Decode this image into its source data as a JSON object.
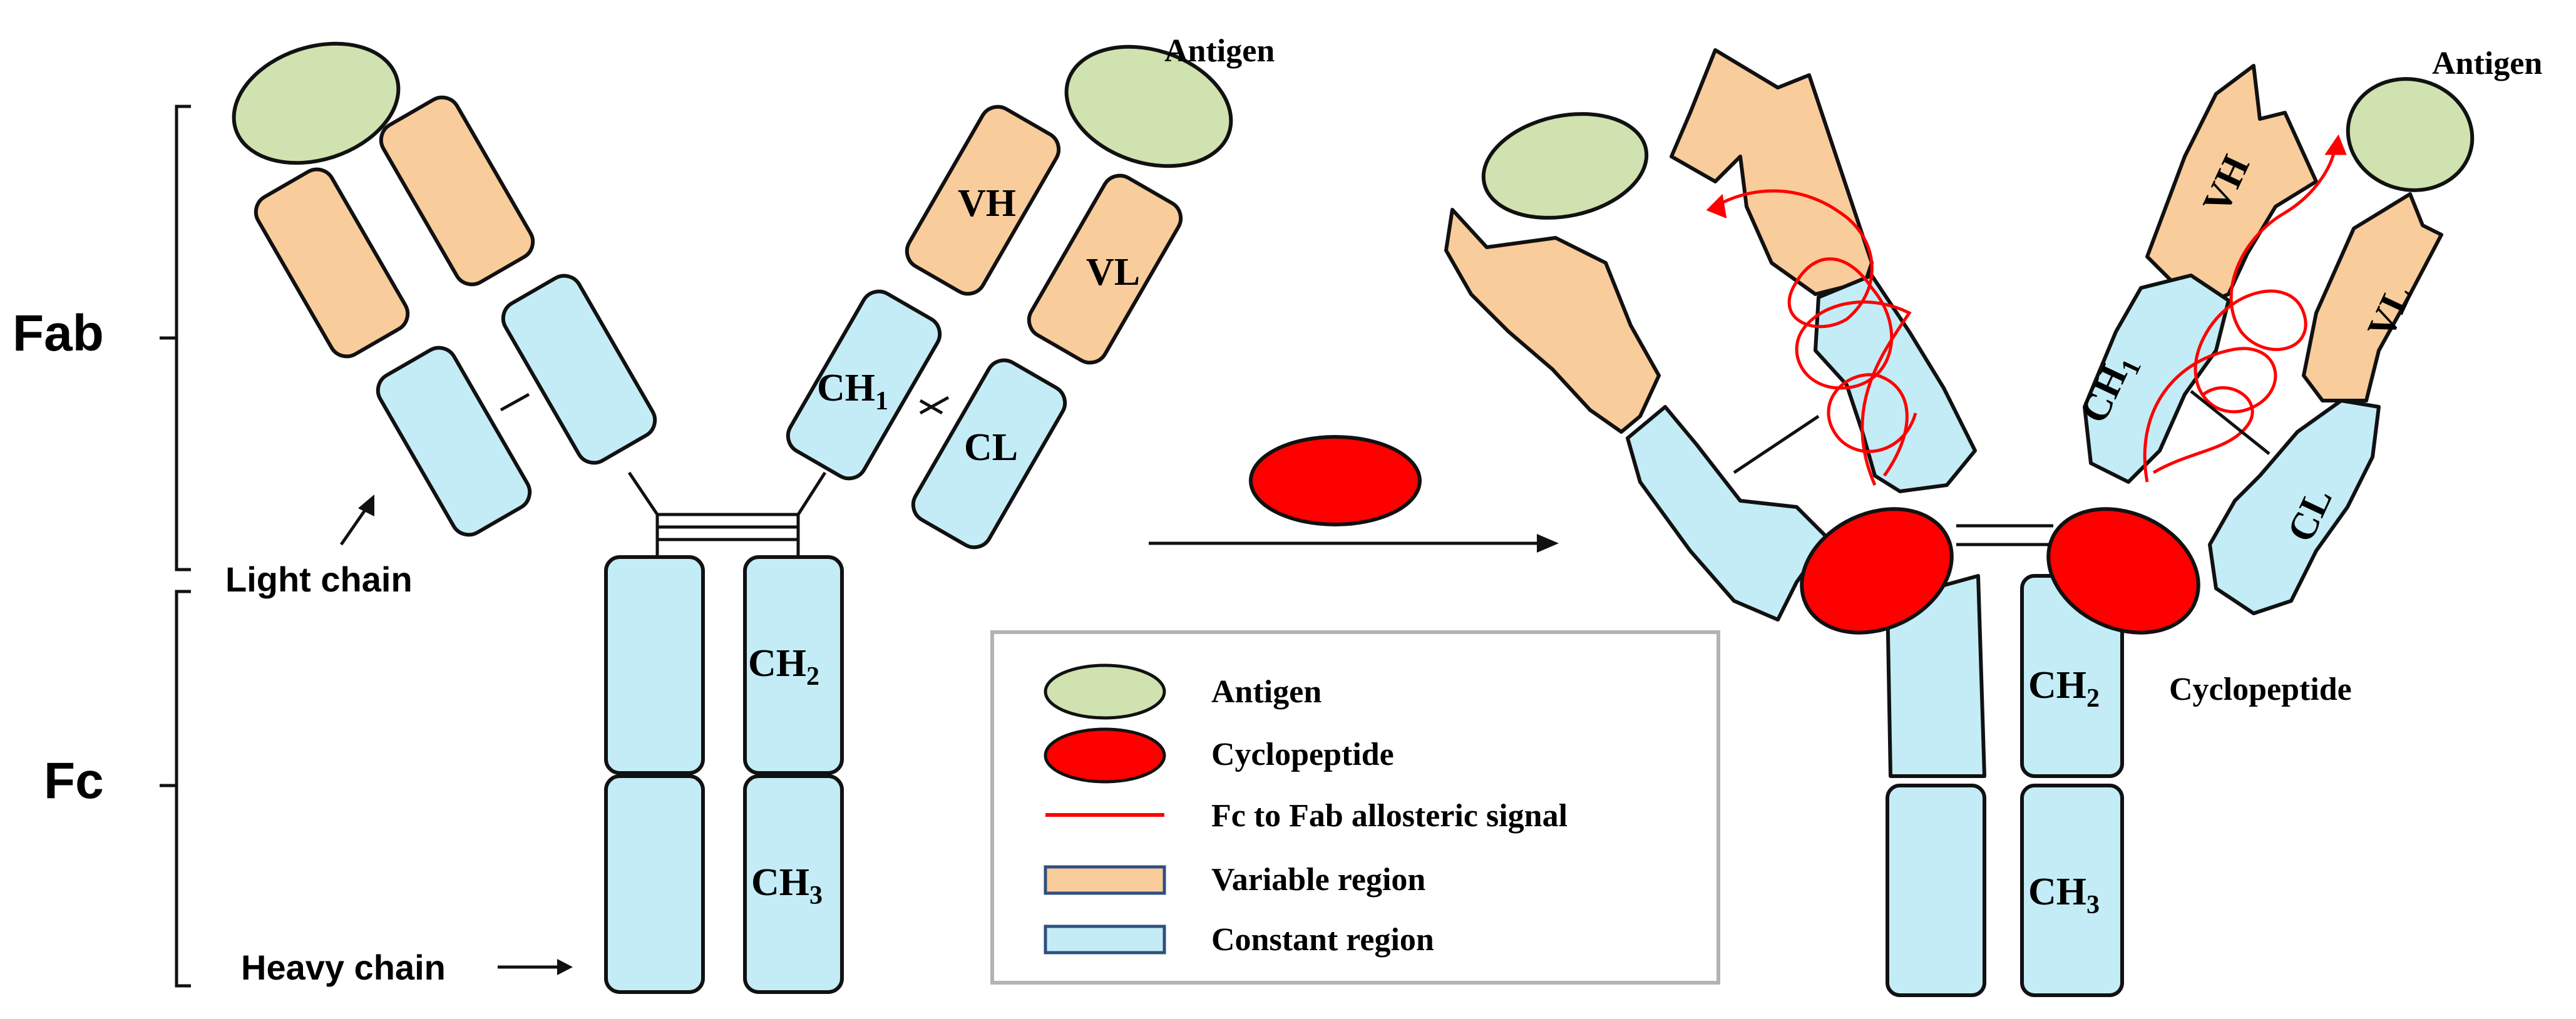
{
  "colors": {
    "antigen": "#cfe2b0",
    "cyclopeptide": "#ff0000",
    "signal": "#ff0000",
    "variable": "#f9cc9b",
    "constant": "#c3ecf6",
    "outline": "#111111"
  },
  "labels": {
    "fab": "Fab",
    "fc": "Fc",
    "light_chain": "Light chain",
    "heavy_chain": "Heavy chain",
    "antigen_left": "Antigen",
    "antigen_right": "Antigen",
    "vh": "VH",
    "vl": "VL",
    "ch1": "CH",
    "ch1_sub": "1",
    "cl": "CL",
    "ch2": "CH",
    "ch2_sub": "2",
    "ch3": "CH",
    "ch3_sub": "3",
    "r_vh": "VH",
    "r_vl": "VL",
    "r_ch1": "CH",
    "r_ch1_sub": "1",
    "r_cl": "CL",
    "r_ch2": "CH",
    "r_ch2_sub": "2",
    "r_ch3": "CH",
    "r_ch3_sub": "3",
    "cyclopeptide": "Cyclopeptide"
  },
  "legend": {
    "items": [
      {
        "icon": "antigen-ellipse",
        "label": "Antigen"
      },
      {
        "icon": "cyclopeptide-ellipse",
        "label": "Cyclopeptide"
      },
      {
        "icon": "red-line",
        "label": "Fc to Fab allosteric signal"
      },
      {
        "icon": "variable-rect",
        "label": "Variable region"
      },
      {
        "icon": "constant-rect",
        "label": "Constant region"
      }
    ]
  }
}
